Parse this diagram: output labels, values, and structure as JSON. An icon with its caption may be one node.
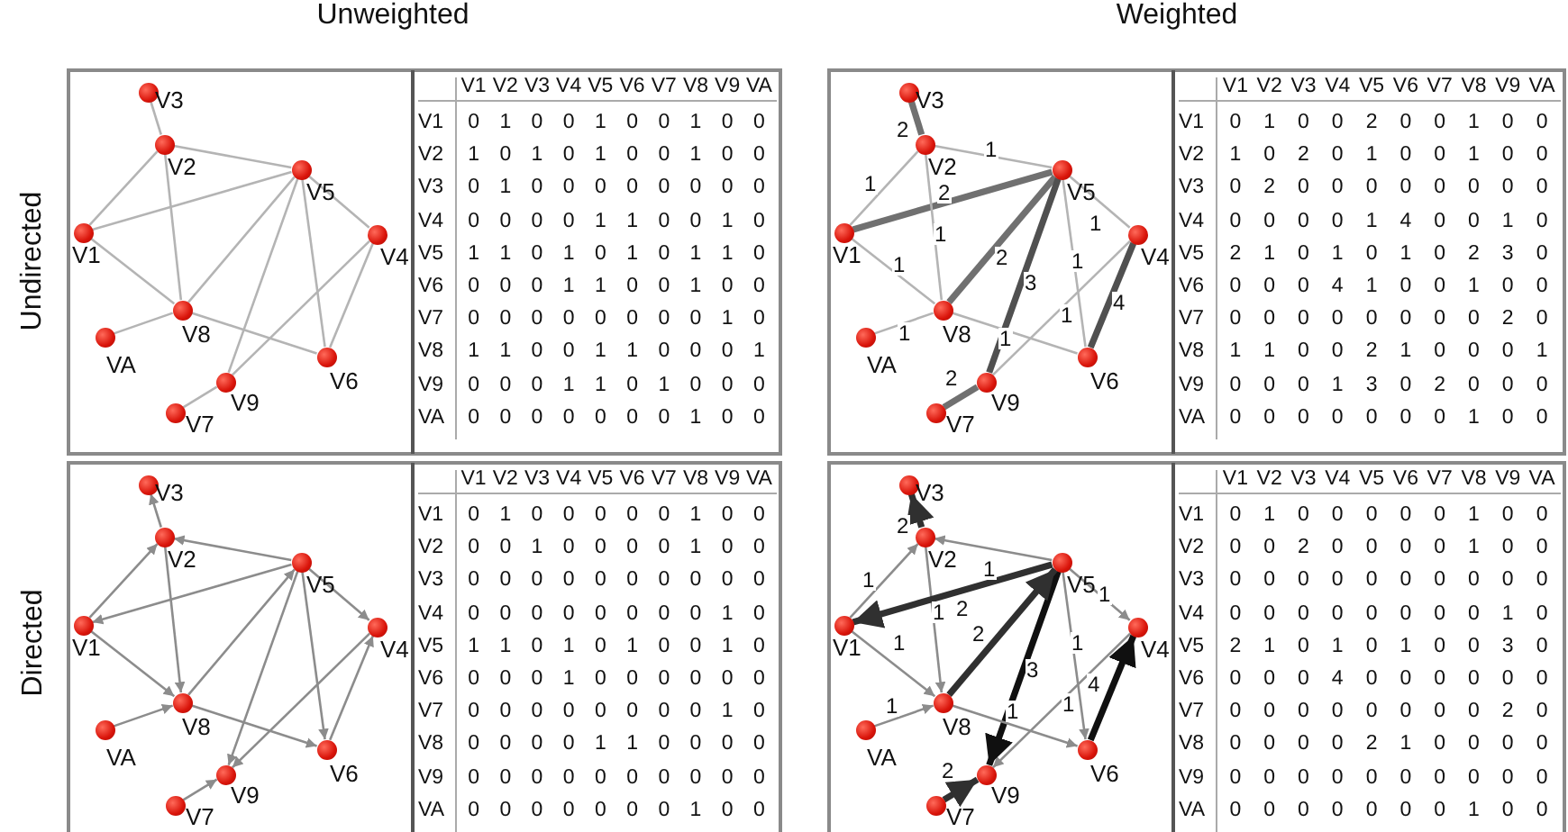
{
  "diagram": {
    "nodes": [
      {
        "text": [],
        "shape": "circle",
        "beside": [
          "V1"
        ]
      },
      {
        "text": [],
        "shape": "circle",
        "beside": [
          "V2"
        ]
      },
      {
        "text": [],
        "shape": "circle",
        "beside": [
          "V3"
        ]
      },
      {
        "text": [],
        "shape": "circle",
        "beside": [
          "V4"
        ]
      },
      {
        "text": [],
        "shape": "circle",
        "beside": [
          "V5"
        ]
      },
      {
        "text": [],
        "shape": "circle",
        "beside": [
          "V6"
        ]
      },
      {
        "text": [],
        "shape": "circle",
        "beside": [
          "V7"
        ]
      },
      {
        "text": [],
        "shape": "circle",
        "beside": [
          "V8"
        ]
      },
      {
        "text": [],
        "shape": "circle",
        "beside": [
          "V9"
        ]
      },
      {
        "text": [],
        "shape": "circle",
        "beside": [
          "VA"
        ]
      },
      {
        "text": [],
        "shape": "circle",
        "beside": [
          "V1"
        ]
      },
      {
        "text": [],
        "shape": "circle",
        "beside": [
          "V2"
        ]
      },
      {
        "text": [],
        "shape": "circle",
        "beside": [
          "V3"
        ]
      },
      {
        "text": [],
        "shape": "circle",
        "beside": [
          "V4"
        ]
      },
      {
        "text": [],
        "shape": "circle",
        "beside": [
          "V5"
        ]
      },
      {
        "text": [],
        "shape": "circle",
        "beside": [
          "V6"
        ]
      },
      {
        "text": [],
        "shape": "circle",
        "beside": [
          "V7"
        ]
      },
      {
        "text": [],
        "shape": "circle",
        "beside": [
          "V8"
        ]
      },
      {
        "text": [],
        "shape": "circle",
        "beside": [
          "V9"
        ]
      },
      {
        "text": [],
        "shape": "circle",
        "beside": [
          "VA"
        ]
      },
      {
        "text": [],
        "shape": "circle",
        "beside": [
          "V1"
        ]
      },
      {
        "text": [],
        "shape": "circle",
        "beside": [
          "V2"
        ]
      },
      {
        "text": [],
        "shape": "circle",
        "beside": [
          "V3"
        ]
      },
      {
        "text": [],
        "shape": "circle",
        "beside": [
          "V4"
        ]
      },
      {
        "text": [],
        "shape": "circle",
        "beside": [
          "V5"
        ]
      },
      {
        "text": [],
        "shape": "circle",
        "beside": [
          "V6"
        ]
      },
      {
        "text": [],
        "shape": "circle",
        "beside": [
          "V7"
        ]
      },
      {
        "text": [],
        "shape": "circle",
        "beside": [
          "V8"
        ]
      },
      {
        "text": [],
        "shape": "circle",
        "beside": [
          "V9"
        ]
      },
      {
        "text": [],
        "shape": "circle",
        "beside": [
          "VA"
        ]
      },
      {
        "text": [],
        "shape": "circle",
        "beside": [
          "V1"
        ]
      },
      {
        "text": [],
        "shape": "circle",
        "beside": [
          "V2"
        ]
      },
      {
        "text": [],
        "shape": "circle",
        "beside": [
          "V3"
        ]
      },
      {
        "text": [],
        "shape": "circle",
        "beside": [
          "V4"
        ]
      },
      {
        "text": [],
        "shape": "circle",
        "beside": [
          "V5"
        ]
      },
      {
        "text": [],
        "shape": "circle",
        "beside": [
          "V6"
        ]
      },
      {
        "text": [],
        "shape": "circle",
        "beside": [
          "V7"
        ]
      },
      {
        "text": [],
        "shape": "circle",
        "beside": [
          "V8"
        ]
      },
      {
        "text": [],
        "shape": "circle",
        "beside": [
          "V9"
        ]
      },
      {
        "text": [],
        "shape": "circle",
        "beside": [
          "VA"
        ]
      }
    ],
    "edges": [
      {
        "from": 0,
        "to": 1,
        "arrow": "none"
      },
      {
        "from": 0,
        "to": 4,
        "arrow": "none"
      },
      {
        "from": 0,
        "to": 7,
        "arrow": "none"
      },
      {
        "from": 1,
        "to": 2,
        "arrow": "none"
      },
      {
        "from": 1,
        "to": 4,
        "arrow": "none"
      },
      {
        "from": 1,
        "to": 7,
        "arrow": "none"
      },
      {
        "from": 3,
        "to": 4,
        "arrow": "none"
      },
      {
        "from": 3,
        "to": 5,
        "arrow": "none"
      },
      {
        "from": 3,
        "to": 8,
        "arrow": "none"
      },
      {
        "from": 4,
        "to": 5,
        "arrow": "none"
      },
      {
        "from": 4,
        "to": 7,
        "arrow": "none"
      },
      {
        "from": 4,
        "to": 8,
        "arrow": "none"
      },
      {
        "from": 5,
        "to": 7,
        "arrow": "none"
      },
      {
        "from": 6,
        "to": 8,
        "arrow": "none"
      },
      {
        "from": 7,
        "to": 9,
        "arrow": "none"
      },
      {
        "from": 10,
        "to": 11,
        "arrow": "none",
        "label": "1"
      },
      {
        "from": 10,
        "to": 14,
        "arrow": "none",
        "label": "2",
        "style": "thick",
        "color": "#707070"
      },
      {
        "from": 10,
        "to": 17,
        "arrow": "none",
        "label": "1"
      },
      {
        "from": 11,
        "to": 12,
        "arrow": "none",
        "label": "2",
        "style": "thick",
        "color": "#707070"
      },
      {
        "from": 11,
        "to": 14,
        "arrow": "none",
        "label": "1"
      },
      {
        "from": 11,
        "to": 17,
        "arrow": "none",
        "label": "1"
      },
      {
        "from": 13,
        "to": 14,
        "arrow": "none",
        "label": "1"
      },
      {
        "from": 13,
        "to": 15,
        "arrow": "none",
        "label": "4",
        "style": "thick",
        "color": "#505050"
      },
      {
        "from": 13,
        "to": 18,
        "arrow": "none",
        "label": "1"
      },
      {
        "from": 14,
        "to": 15,
        "arrow": "none",
        "label": "1"
      },
      {
        "from": 14,
        "to": 17,
        "arrow": "none",
        "label": "2",
        "style": "thick",
        "color": "#707070"
      },
      {
        "from": 14,
        "to": 18,
        "arrow": "none",
        "label": "3",
        "style": "thick",
        "color": "#505050"
      },
      {
        "from": 15,
        "to": 17,
        "arrow": "none",
        "label": "1"
      },
      {
        "from": 16,
        "to": 18,
        "arrow": "none",
        "label": "2",
        "style": "thick",
        "color": "#707070"
      },
      {
        "from": 17,
        "to": 19,
        "arrow": "none",
        "label": "1"
      },
      {
        "from": 20,
        "to": 21,
        "arrow": "to"
      },
      {
        "from": 20,
        "to": 27,
        "arrow": "to"
      },
      {
        "from": 21,
        "to": 22,
        "arrow": "to"
      },
      {
        "from": 21,
        "to": 27,
        "arrow": "to"
      },
      {
        "from": 23,
        "to": 28,
        "arrow": "to"
      },
      {
        "from": 24,
        "to": 20,
        "arrow": "to"
      },
      {
        "from": 24,
        "to": 21,
        "arrow": "to"
      },
      {
        "from": 24,
        "to": 23,
        "arrow": "to"
      },
      {
        "from": 24,
        "to": 25,
        "arrow": "to"
      },
      {
        "from": 24,
        "to": 28,
        "arrow": "to"
      },
      {
        "from": 25,
        "to": 23,
        "arrow": "to"
      },
      {
        "from": 26,
        "to": 28,
        "arrow": "to"
      },
      {
        "from": 27,
        "to": 24,
        "arrow": "to"
      },
      {
        "from": 27,
        "to": 25,
        "arrow": "to"
      },
      {
        "from": 29,
        "to": 27,
        "arrow": "to"
      },
      {
        "from": 30,
        "to": 31,
        "arrow": "to",
        "label": "1"
      },
      {
        "from": 30,
        "to": 37,
        "arrow": "to",
        "label": "1"
      },
      {
        "from": 31,
        "to": 32,
        "arrow": "to",
        "label": "2",
        "style": "thick",
        "color": "#303030"
      },
      {
        "from": 31,
        "to": 37,
        "arrow": "to",
        "label": "1"
      },
      {
        "from": 33,
        "to": 38,
        "arrow": "to",
        "label": "1"
      },
      {
        "from": 34,
        "to": 30,
        "arrow": "to",
        "label": "2",
        "style": "thick",
        "color": "#303030"
      },
      {
        "from": 34,
        "to": 31,
        "arrow": "to",
        "label": "1"
      },
      {
        "from": 34,
        "to": 33,
        "arrow": "to",
        "label": "1"
      },
      {
        "from": 34,
        "to": 35,
        "arrow": "to",
        "label": "1"
      },
      {
        "from": 34,
        "to": 38,
        "arrow": "to",
        "label": "3",
        "style": "thick",
        "color": "#101010"
      },
      {
        "from": 35,
        "to": 33,
        "arrow": "to",
        "label": "4",
        "style": "thick",
        "color": "#101010"
      },
      {
        "from": 36,
        "to": 38,
        "arrow": "to",
        "label": "2",
        "style": "thick",
        "color": "#303030"
      },
      {
        "from": 37,
        "to": 34,
        "arrow": "to",
        "label": "2",
        "style": "thick",
        "color": "#303030"
      },
      {
        "from": 37,
        "to": 35,
        "arrow": "to",
        "label": "1"
      },
      {
        "from": 39,
        "to": 37,
        "arrow": "to",
        "label": "1"
      }
    ],
    "labels": [
      "Unweighted",
      "Weighted",
      "Undirected",
      "Directed",
      "V1",
      "V2",
      "V3",
      "V4",
      "V5",
      "V6",
      "V7",
      "V8",
      "V9",
      "VA",
      "V1",
      "0",
      "1",
      "0",
      "0",
      "1",
      "0",
      "0",
      "1",
      "0",
      "0",
      "V2",
      "1",
      "0",
      "1",
      "0",
      "1",
      "0",
      "0",
      "1",
      "0",
      "0",
      "V3",
      "0",
      "1",
      "0",
      "0",
      "0",
      "0",
      "0",
      "0",
      "0",
      "0",
      "V4",
      "0",
      "0",
      "0",
      "0",
      "1",
      "1",
      "0",
      "0",
      "1",
      "0",
      "V5",
      "1",
      "1",
      "0",
      "1",
      "0",
      "1",
      "0",
      "1",
      "1",
      "0",
      "V6",
      "0",
      "0",
      "0",
      "1",
      "1",
      "0",
      "0",
      "1",
      "0",
      "0",
      "V7",
      "0",
      "0",
      "0",
      "0",
      "0",
      "0",
      "0",
      "0",
      "1",
      "0",
      "V8",
      "1",
      "1",
      "0",
      "0",
      "1",
      "1",
      "0",
      "0",
      "0",
      "1",
      "V9",
      "0",
      "0",
      "0",
      "1",
      "1",
      "0",
      "1",
      "0",
      "0",
      "0",
      "VA",
      "0",
      "0",
      "0",
      "0",
      "0",
      "0",
      "0",
      "1",
      "0",
      "0",
      "V1",
      "V2",
      "V3",
      "V4",
      "V5",
      "V6",
      "V7",
      "V8",
      "V9",
      "VA",
      "V1",
      "0",
      "1",
      "0",
      "0",
      "2",
      "0",
      "0",
      "1",
      "0",
      "0",
      "V2",
      "1",
      "0",
      "2",
      "0",
      "1",
      "0",
      "0",
      "1",
      "0",
      "0",
      "V3",
      "0",
      "2",
      "0",
      "0",
      "0",
      "0",
      "0",
      "0",
      "0",
      "0",
      "V4",
      "0",
      "0",
      "0",
      "0",
      "1",
      "4",
      "0",
      "0",
      "1",
      "0",
      "V5",
      "2",
      "1",
      "0",
      "1",
      "0",
      "1",
      "0",
      "2",
      "3",
      "0",
      "V6",
      "0",
      "0",
      "0",
      "4",
      "1",
      "0",
      "0",
      "1",
      "0",
      "0",
      "V7",
      "0",
      "0",
      "0",
      "0",
      "0",
      "0",
      "0",
      "0",
      "2",
      "0",
      "V8",
      "1",
      "1",
      "0",
      "0",
      "2",
      "1",
      "0",
      "0",
      "0",
      "1",
      "V9",
      "0",
      "0",
      "0",
      "1",
      "3",
      "0",
      "2",
      "0",
      "0",
      "0",
      "VA",
      "0",
      "0",
      "0",
      "0",
      "0",
      "0",
      "0",
      "1",
      "0",
      "0",
      "V1",
      "V2",
      "V3",
      "V4",
      "V5",
      "V6",
      "V7",
      "V8",
      "V9",
      "VA",
      "V1",
      "0",
      "1",
      "0",
      "0",
      "0",
      "0",
      "0",
      "1",
      "0",
      "0",
      "V2",
      "0",
      "0",
      "1",
      "0",
      "0",
      "0",
      "0",
      "1",
      "0",
      "0",
      "V3",
      "0",
      "0",
      "0",
      "0",
      "0",
      "0",
      "0",
      "0",
      "0",
      "0",
      "V4",
      "0",
      "0",
      "0",
      "0",
      "0",
      "0",
      "0",
      "0",
      "1",
      "0",
      "V5",
      "1",
      "1",
      "0",
      "1",
      "0",
      "1",
      "0",
      "0",
      "1",
      "0",
      "V6",
      "0",
      "0",
      "0",
      "1",
      "0",
      "0",
      "0",
      "0",
      "0",
      "0",
      "V7",
      "0",
      "0",
      "0",
      "0",
      "0",
      "0",
      "0",
      "0",
      "1",
      "0",
      "V8",
      "0",
      "0",
      "0",
      "0",
      "1",
      "1",
      "0",
      "0",
      "0",
      "0",
      "V9",
      "0",
      "0",
      "0",
      "0",
      "0",
      "0",
      "0",
      "0",
      "0",
      "0",
      "VA",
      "0",
      "0",
      "0",
      "0",
      "0",
      "0",
      "0",
      "1",
      "0",
      "0",
      "V1",
      "V2",
      "V3",
      "V4",
      "V5",
      "V6",
      "V7",
      "V8",
      "V9",
      "VA",
      "V1",
      "0",
      "1",
      "0",
      "0",
      "0",
      "0",
      "0",
      "1",
      "0",
      "0",
      "V2",
      "0",
      "0",
      "2",
      "0",
      "0",
      "0",
      "0",
      "1",
      "0",
      "0",
      "V3",
      "0",
      "0",
      "0",
      "0",
      "0",
      "0",
      "0",
      "0",
      "0",
      "0",
      "V4",
      "0",
      "0",
      "0",
      "0",
      "0",
      "0",
      "0",
      "0",
      "1",
      "0",
      "V5",
      "2",
      "1",
      "0",
      "1",
      "0",
      "1",
      "0",
      "0",
      "3",
      "0",
      "V6",
      "0",
      "0",
      "0",
      "4",
      "0",
      "0",
      "0",
      "0",
      "0",
      "0",
      "V7",
      "0",
      "0",
      "0",
      "0",
      "0",
      "0",
      "0",
      "0",
      "2",
      "0",
      "V8",
      "0",
      "0",
      "0",
      "0",
      "2",
      "1",
      "0",
      "0",
      "0",
      "0",
      "V9",
      "0",
      "0",
      "0",
      "0",
      "0",
      "0",
      "0",
      "0",
      "0",
      "0",
      "VA",
      "0",
      "0",
      "0",
      "0",
      "0",
      "0",
      "0",
      "1",
      "0",
      "0"
    ]
  }
}
